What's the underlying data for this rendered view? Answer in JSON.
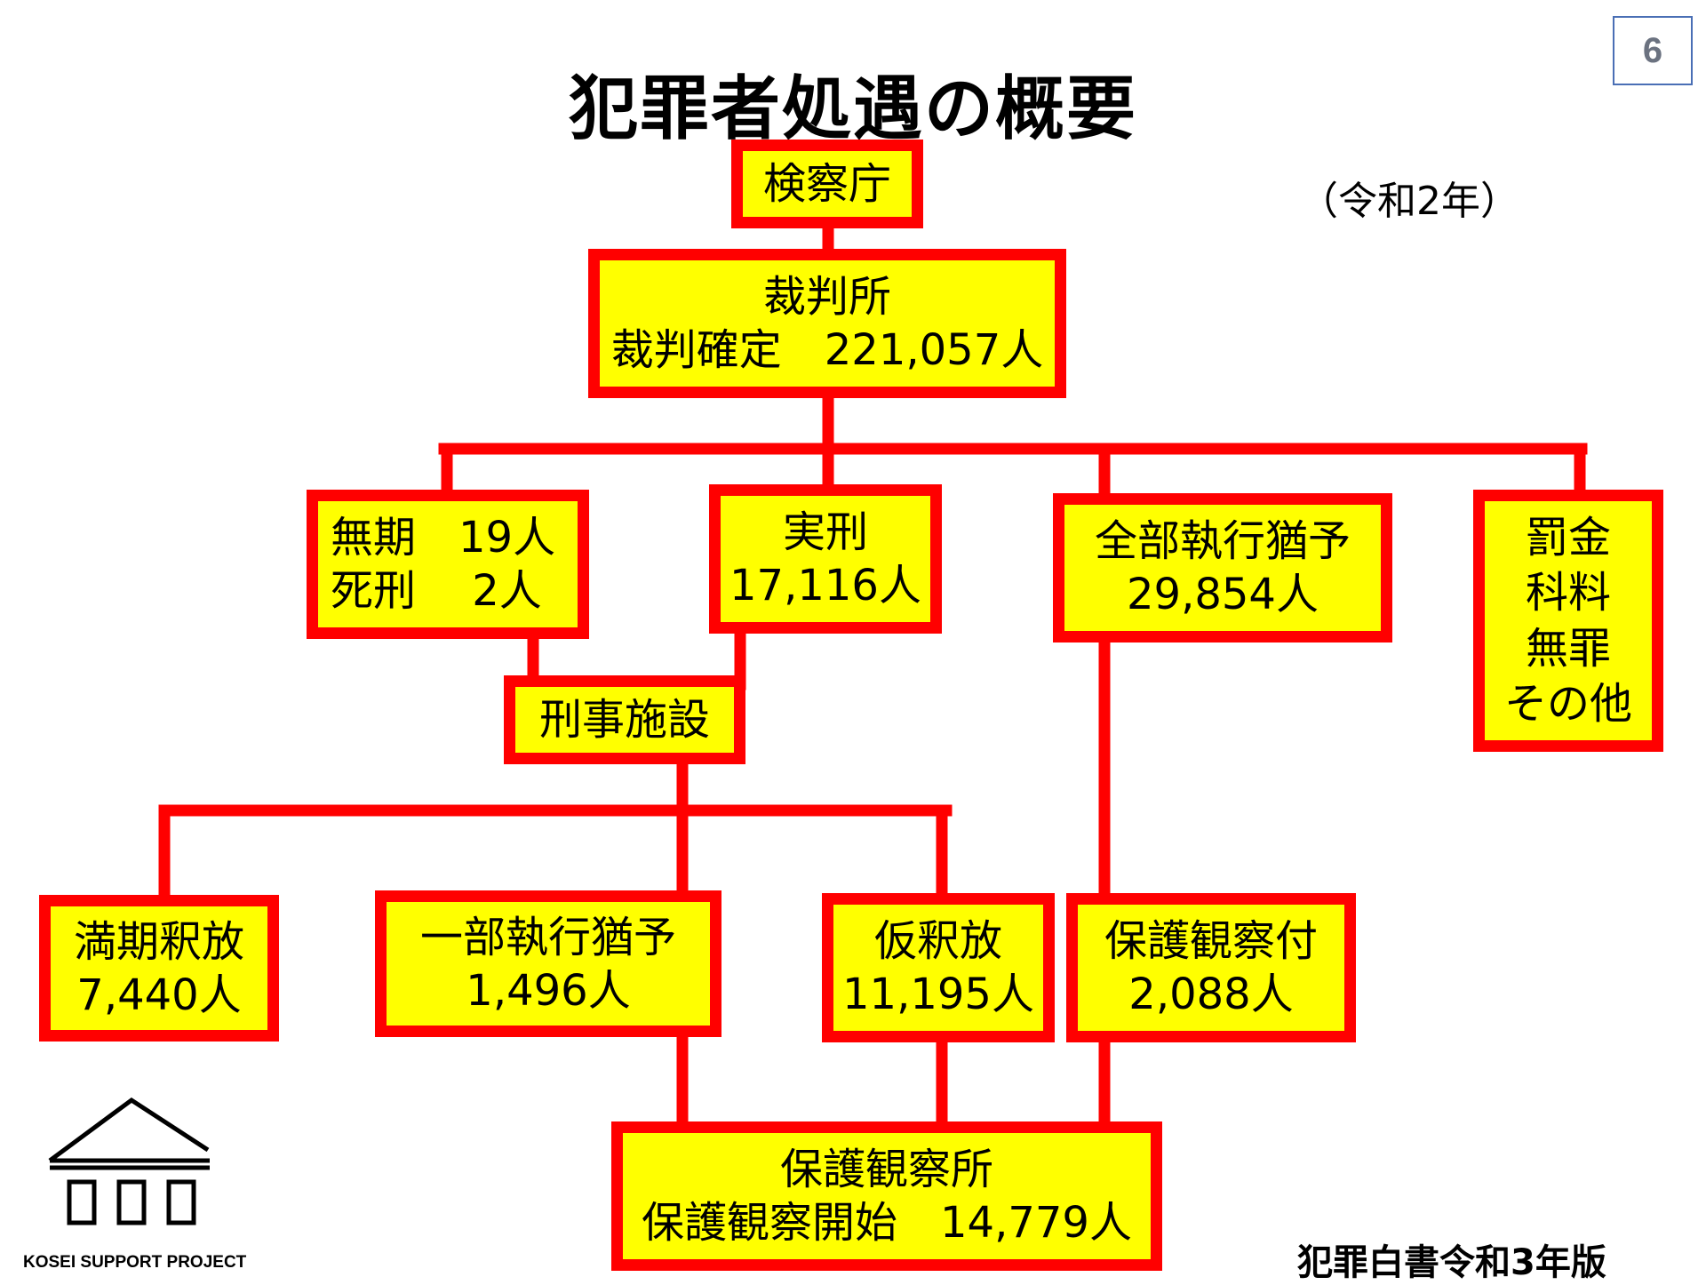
{
  "title": "犯罪者処遇の概要",
  "page_number": "6",
  "year_note": "（令和2年）",
  "source": "犯罪白書令和3年版",
  "logo_text": "KOSEI SUPPORT PROJECT",
  "colors": {
    "box_fill": "#ffff00",
    "box_border": "#ff0000",
    "connector": "#ff0000"
  },
  "nodes": {
    "kensatsucho": {
      "lines": [
        "検察庁"
      ]
    },
    "saibansho": {
      "lines": [
        "裁判所",
        "裁判確定　221,057人"
      ]
    },
    "muki_shikei": {
      "lines": [
        "無期　19人",
        "死刑　  2人"
      ]
    },
    "jikkei": {
      "lines": [
        "実刑",
        "17,116人"
      ]
    },
    "zenbu_yuyo": {
      "lines": [
        "全部執行猶予",
        "29,854人"
      ]
    },
    "bakkin": {
      "lines": [
        "罰金",
        "科料",
        "無罪",
        "その他"
      ]
    },
    "keiji_shisetsu": {
      "lines": [
        "刑事施設"
      ]
    },
    "manki_shakuho": {
      "lines": [
        "満期釈放",
        "7,440人"
      ]
    },
    "ichibu_yuyo": {
      "lines": [
        "一部執行猶予",
        "1,496人"
      ]
    },
    "karishakuho": {
      "lines": [
        "仮釈放",
        "11,195人"
      ]
    },
    "hogo_kansatsu_tsuki": {
      "lines": [
        "保護観察付",
        "2,088人"
      ]
    },
    "hogo_kansatsusho": {
      "lines": [
        "保護観察所",
        "保護観察開始　14,779人"
      ]
    }
  }
}
